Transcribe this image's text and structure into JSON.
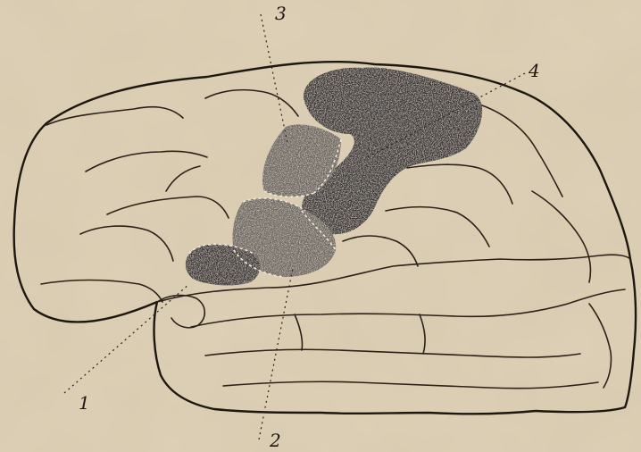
{
  "figure": {
    "background": "#ddd0b6",
    "ink": "#1e1710",
    "zone_colors": {
      "dark": "#3a322b",
      "medium": "#6e655a",
      "light": "#8e8574"
    }
  },
  "labels": {
    "line_1": "1",
    "line_2": "2",
    "line_3": "3",
    "line_4": "4"
  }
}
